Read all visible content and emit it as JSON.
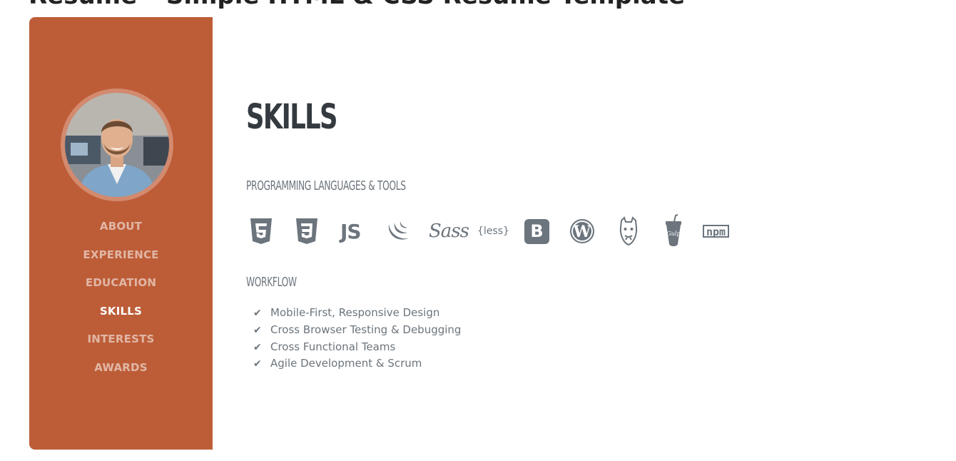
{
  "page": {
    "heading": "Resume – Simple HTML & CSS Resume Template"
  },
  "colors": {
    "sidebar": "#bd5d38",
    "text_dark": "#343a40",
    "text_muted": "#6c757d"
  },
  "sidebar": {
    "avatar_alt": "profile photo",
    "nav": [
      {
        "label": "About",
        "active": false
      },
      {
        "label": "Experience",
        "active": false
      },
      {
        "label": "Education",
        "active": false
      },
      {
        "label": "Skills",
        "active": true
      },
      {
        "label": "Interests",
        "active": false
      },
      {
        "label": "Awards",
        "active": false
      }
    ]
  },
  "skills": {
    "title": "SKILLS",
    "tools_heading": "PROGRAMMING LANGUAGES & TOOLS",
    "tools_icons": [
      "html5-icon",
      "css3-icon",
      "js-icon",
      "jquery-icon",
      "sass-icon",
      "less-icon",
      "bootstrap-icon",
      "wordpress-icon",
      "grunt-icon",
      "gulp-icon",
      "npm-icon"
    ],
    "tool_text": {
      "js": "JS",
      "sass": "Sass",
      "less": "{less}",
      "bootstrap": "B",
      "wordpress": "W",
      "gulp": "Gulp",
      "npm": "npm"
    },
    "workflow_heading": "WORKFLOW",
    "workflow_items": [
      "Mobile-First, Responsive Design",
      "Cross Browser Testing & Debugging",
      "Cross Functional Teams",
      "Agile Development & Scrum"
    ]
  }
}
